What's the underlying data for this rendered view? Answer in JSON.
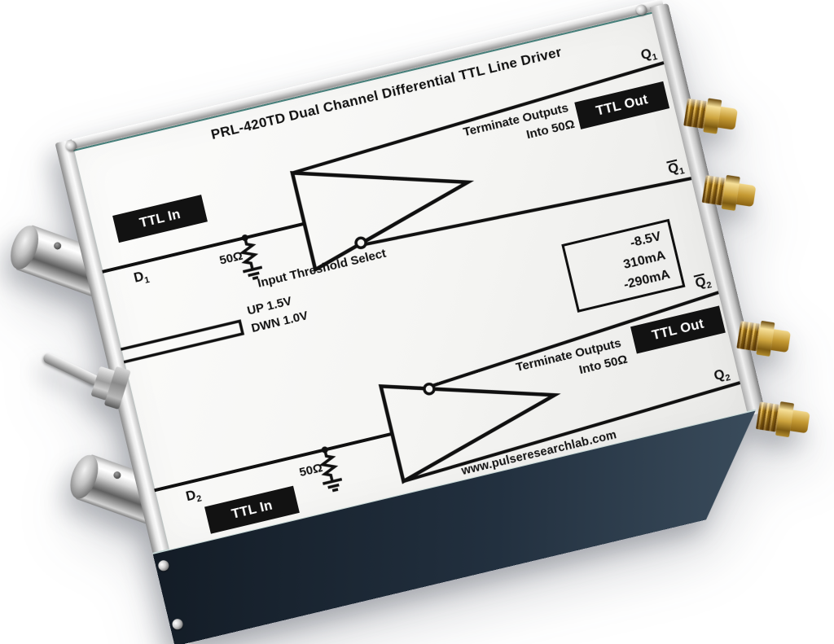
{
  "device": {
    "title": "PRL-420TD Dual Channel Differential TTL Line Driver",
    "website": "www.pulseresearchlab.com",
    "ports": {
      "q1": {
        "base": "Q",
        "sub": "1"
      },
      "q1_bar": {
        "base": "Q",
        "sub": "1"
      },
      "q2": {
        "base": "Q",
        "sub": "2"
      },
      "q2_bar": {
        "base": "Q",
        "sub": "2"
      },
      "d1": {
        "base": "D",
        "sub": "1"
      },
      "d2": {
        "base": "D",
        "sub": "2"
      },
      "ttl_in_1": "TTL In",
      "ttl_in_2": "TTL In",
      "ttl_out_1": "TTL Out",
      "ttl_out_2": "TTL Out"
    },
    "annotations": {
      "terminate_1": {
        "line1": "Terminate Outputs",
        "line2": "Into 50Ω"
      },
      "terminate_2": {
        "line1": "Terminate Outputs",
        "line2": "Into 50Ω"
      },
      "input_resistor_1": "50Ω",
      "input_resistor_2": "50Ω",
      "power_box": [
        "-8.5V",
        "310mA",
        "-290mA"
      ],
      "threshold": {
        "title": "Input Threshold Select",
        "up": "UP 1.5V",
        "down": "DWN 1.0V"
      }
    },
    "hardware": {
      "bnc_input_count": "2",
      "sma_output_count": "4",
      "toggle_switch_count": "1"
    },
    "colors": {
      "label_accent_line": "#47807b",
      "label_panel": "#f6f6f4",
      "front_face": "#22303f",
      "chassis_silver": "#c9c9c9",
      "sma_gold": "#c9962f",
      "schematic_ink": "#101010"
    }
  }
}
